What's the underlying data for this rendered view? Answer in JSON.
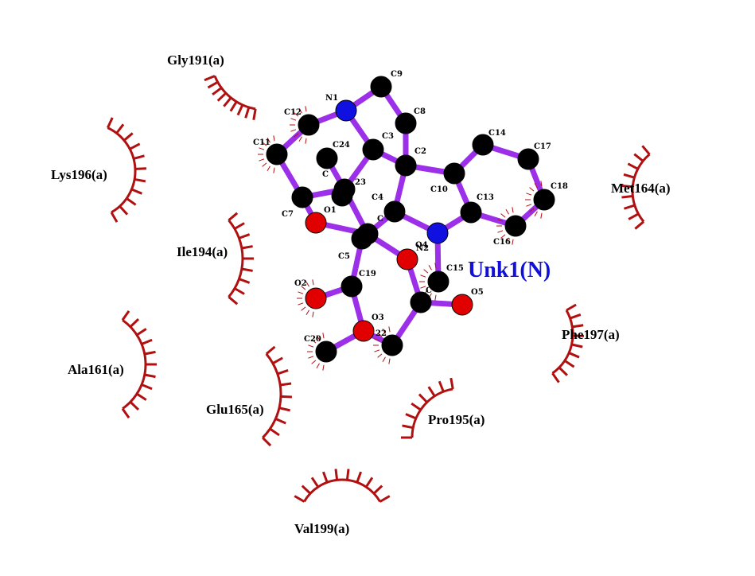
{
  "ligand": {
    "label": "Unk1(N)",
    "colors": {
      "bond": "#9b30e8",
      "carbon": "#000000",
      "nitrogen": "#1010e0",
      "oxygen": "#e00000",
      "label": "#1010d8",
      "hydrophobic": "#b01010"
    }
  },
  "atoms": [
    {
      "id": "N1",
      "label": "N1",
      "element": "N"
    },
    {
      "id": "C9",
      "label": "C9",
      "element": "C"
    },
    {
      "id": "C8",
      "label": "C8",
      "element": "C"
    },
    {
      "id": "C12",
      "label": "C12",
      "element": "C"
    },
    {
      "id": "C11",
      "label": "C11",
      "element": "C"
    },
    {
      "id": "C24",
      "label": "C24",
      "element": "C"
    },
    {
      "id": "C3",
      "label": "C3",
      "element": "C"
    },
    {
      "id": "C2",
      "label": "C2",
      "element": "C"
    },
    {
      "id": "C14",
      "label": "C14",
      "element": "C"
    },
    {
      "id": "C17",
      "label": "C17",
      "element": "C"
    },
    {
      "id": "C10",
      "label": "C10",
      "element": "C"
    },
    {
      "id": "C23",
      "label": "23",
      "element": "C"
    },
    {
      "id": "C1",
      "label": "C",
      "element": "C"
    },
    {
      "id": "C7",
      "label": "C7",
      "element": "C"
    },
    {
      "id": "C4",
      "label": "C4",
      "element": "C"
    },
    {
      "id": "C13",
      "label": "C13",
      "element": "C"
    },
    {
      "id": "C18",
      "label": "C18",
      "element": "C"
    },
    {
      "id": "O1",
      "label": "O1",
      "element": "O"
    },
    {
      "id": "C6",
      "label": "C",
      "element": "C"
    },
    {
      "id": "N2",
      "label": "N2",
      "element": "N"
    },
    {
      "id": "C16",
      "label": "C16",
      "element": "C"
    },
    {
      "id": "O4",
      "label": "O4",
      "element": "O"
    },
    {
      "id": "C5",
      "label": "C5",
      "element": "C"
    },
    {
      "id": "C15",
      "label": "C15",
      "element": "C"
    },
    {
      "id": "C19",
      "label": "C19",
      "element": "C"
    },
    {
      "id": "O2",
      "label": "O2",
      "element": "O"
    },
    {
      "id": "C21",
      "label": "C",
      "element": "C"
    },
    {
      "id": "O5",
      "label": "O5",
      "element": "O"
    },
    {
      "id": "O3",
      "label": "O3",
      "element": "O"
    },
    {
      "id": "C20",
      "label": "C20",
      "element": "C"
    },
    {
      "id": "C22",
      "label": "22",
      "element": "C"
    }
  ],
  "bonds": [
    [
      "N1",
      "C9"
    ],
    [
      "C9",
      "C8"
    ],
    [
      "C8",
      "C2"
    ],
    [
      "N1",
      "C3"
    ],
    [
      "N1",
      "C12"
    ],
    [
      "C12",
      "C11"
    ],
    [
      "C11",
      "C7"
    ],
    [
      "C3",
      "C2"
    ],
    [
      "C3",
      "C23"
    ],
    [
      "C2",
      "C10"
    ],
    [
      "C2",
      "C4"
    ],
    [
      "C10",
      "C14"
    ],
    [
      "C14",
      "C17"
    ],
    [
      "C17",
      "C18"
    ],
    [
      "C18",
      "C16"
    ],
    [
      "C16",
      "C13"
    ],
    [
      "C13",
      "C10"
    ],
    [
      "C13",
      "N2"
    ],
    [
      "C4",
      "N2"
    ],
    [
      "C4",
      "C6"
    ],
    [
      "C24",
      "C23"
    ],
    [
      "C23",
      "C7"
    ],
    [
      "C23",
      "C6"
    ],
    [
      "C7",
      "O1"
    ],
    [
      "O1",
      "C6"
    ],
    [
      "C6",
      "C5"
    ],
    [
      "C6",
      "O4"
    ],
    [
      "C5",
      "C19"
    ],
    [
      "O4",
      "C21"
    ],
    [
      "N2",
      "C15"
    ],
    [
      "C21",
      "O5"
    ],
    [
      "C21",
      "C22"
    ],
    [
      "C19",
      "O2"
    ],
    [
      "C19",
      "O3"
    ],
    [
      "O3",
      "C20"
    ],
    [
      "O3",
      "C22"
    ]
  ],
  "residues": [
    {
      "label": "Gly191(a)"
    },
    {
      "label": "Lys196(a)"
    },
    {
      "label": "Ile194(a)"
    },
    {
      "label": "Ala161(a)"
    },
    {
      "label": "Glu165(a)"
    },
    {
      "label": "Val199(a)"
    },
    {
      "label": "Pro195(a)"
    },
    {
      "label": "Phe197(a)"
    },
    {
      "label": "Met164(a)"
    }
  ]
}
